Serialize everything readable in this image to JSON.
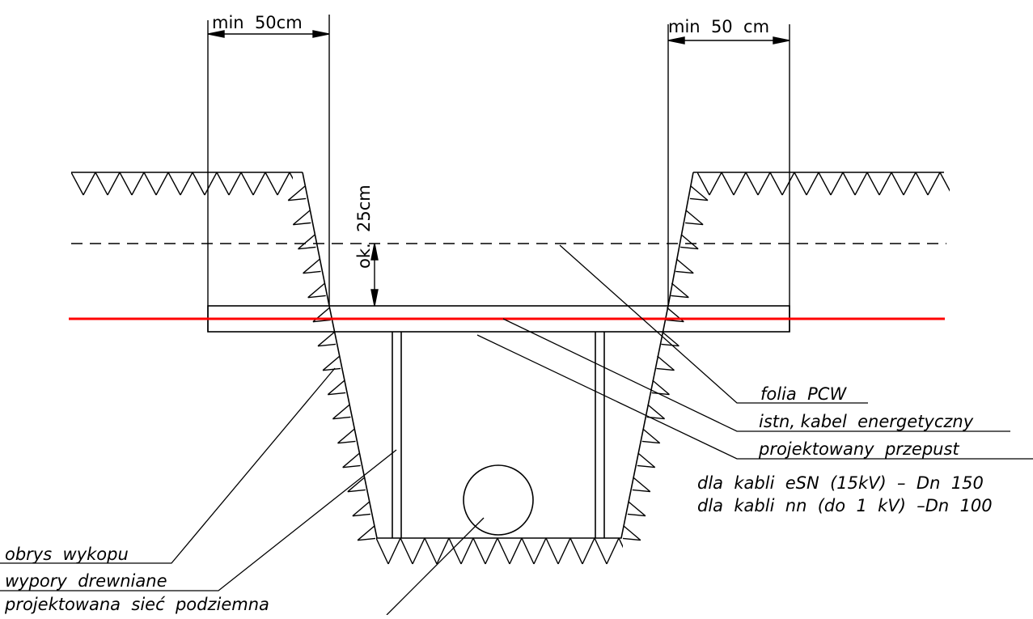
{
  "dimensions": {
    "left_clearance": "min  50cm",
    "right_clearance": "min  50  cm",
    "cover_depth": "ok.  25cm"
  },
  "labels": {
    "foil": "folia  PCW",
    "existing_cable": "istn, kabel  energetyczny",
    "designed_culvert": "projektowany  przepust",
    "note_esn": "dla  kabli  eSN  (15kV)  –  Dn  150",
    "note_nn": "dla  kabli  nn  (do  1  kV)  –Dn  100",
    "trench_outline": "obrys  wykopu",
    "timber_props": "wypory  drewniane",
    "designed_network": "projektowana  sieć  podziemna"
  },
  "colors": {
    "line": "#000000",
    "cable": "#ff0000"
  }
}
